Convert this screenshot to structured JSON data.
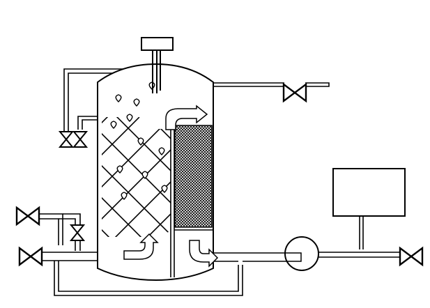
{
  "diagram": {
    "colors": {
      "stroke": "#000000",
      "background": "#ffffff"
    },
    "components": [
      "vessel",
      "top-actuator",
      "packed-bed",
      "mesh-filter",
      "recirculation-pump",
      "control-box",
      "valve"
    ]
  }
}
